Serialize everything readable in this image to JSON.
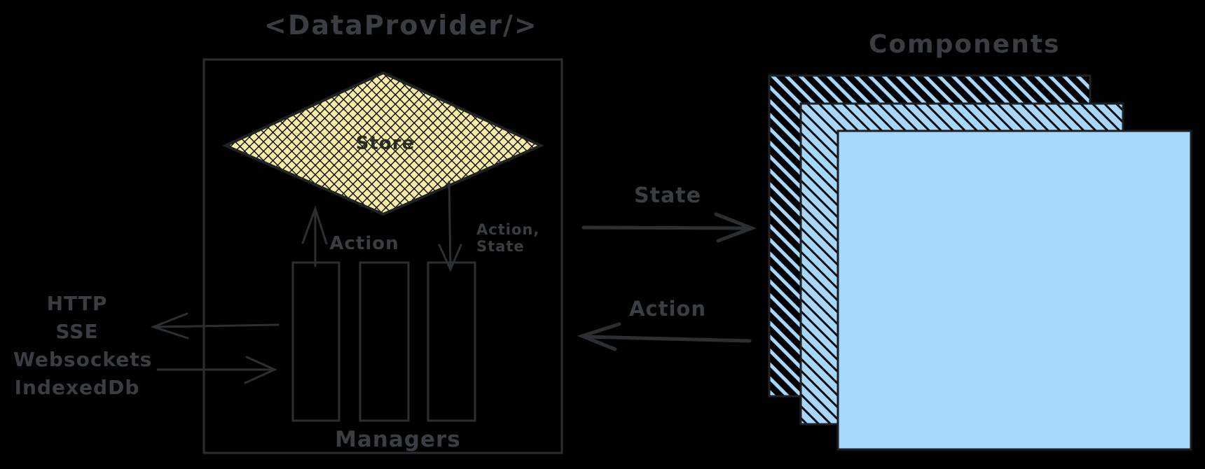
{
  "provider": {
    "title": "<DataProvider/>",
    "store_label": "Store",
    "managers_label": "Managers",
    "action_up_label": "Action",
    "action_state_line1": "Action,",
    "action_state_line2": "State"
  },
  "sources": {
    "line1": "HTTP",
    "line2": "SSE",
    "line3": "Websockets",
    "line4": "IndexedDb"
  },
  "flows": {
    "state_label": "State",
    "action_label": "Action"
  },
  "components": {
    "title": "Components"
  },
  "colors": {
    "background": "#000000",
    "stroke": "#2c2f32",
    "text": "#3a3d41",
    "store_yellow": "#f8eda6",
    "component_blue": "#a7d7fb"
  }
}
